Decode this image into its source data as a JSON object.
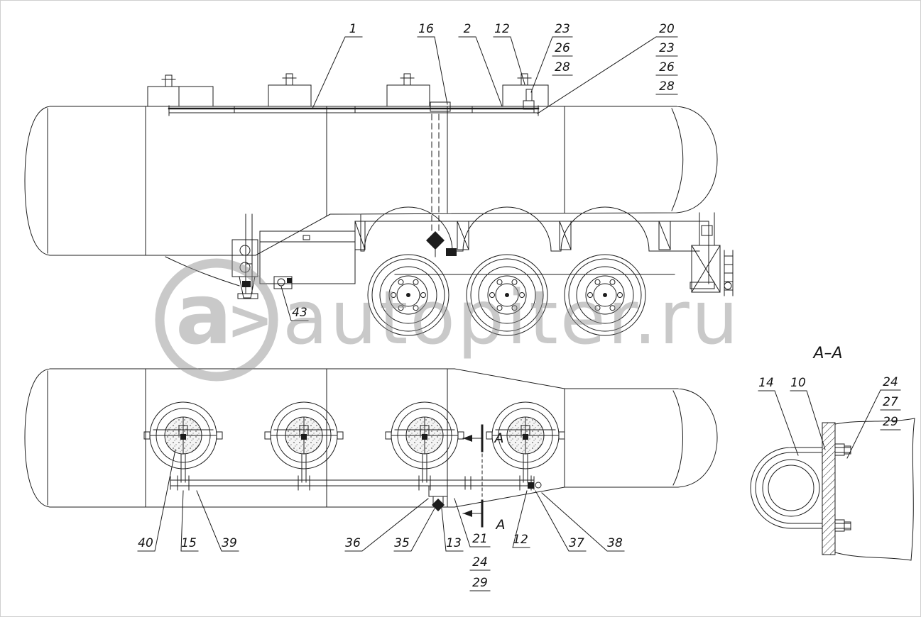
{
  "colors": {
    "background": "#ffffff",
    "line": "#1c1c1c",
    "watermark": "#8f8f8f"
  },
  "watermark": {
    "logo_letter": "a",
    "logo_arrow": ">",
    "site": "autopiter.ru"
  },
  "section_view": {
    "title": "A–A",
    "marker_letter": "A"
  },
  "callouts": {
    "top": [
      "1",
      "16",
      "2",
      "12"
    ],
    "top_stack_a": [
      "23",
      "26",
      "28"
    ],
    "top_stack_b": [
      "20",
      "23",
      "26",
      "28"
    ],
    "mid": "43",
    "bottom": [
      "40",
      "15",
      "39",
      "36",
      "35",
      "13",
      "21",
      "12",
      "37",
      "38"
    ],
    "bottom_stack": [
      "24",
      "29"
    ],
    "section": [
      "14",
      "10"
    ],
    "section_stack": [
      "24",
      "27",
      "29"
    ]
  }
}
